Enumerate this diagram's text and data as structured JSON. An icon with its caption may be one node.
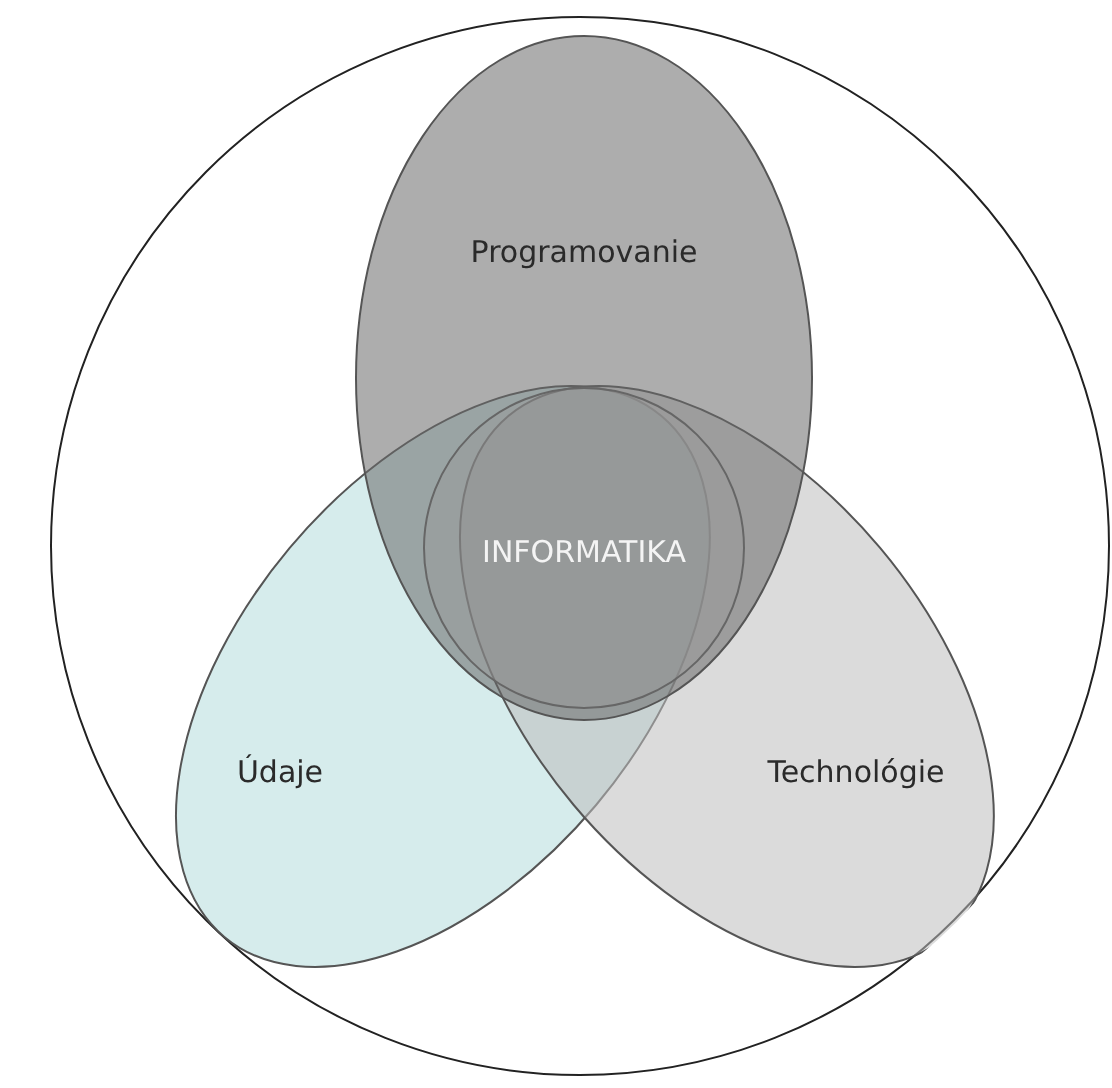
{
  "diagram": {
    "nodes": [
      {
        "text": [],
        "shape": "circle"
      },
      {
        "text": [
          "Programovanie"
        ],
        "in": 0
      },
      {
        "text": [
          "Údaje"
        ],
        "in": 0
      },
      {
        "text": [
          "Technológie"
        ],
        "in": 0
      },
      {
        "text": [
          "INFORMATIKA"
        ],
        "in": 1
      }
    ]
  }
}
